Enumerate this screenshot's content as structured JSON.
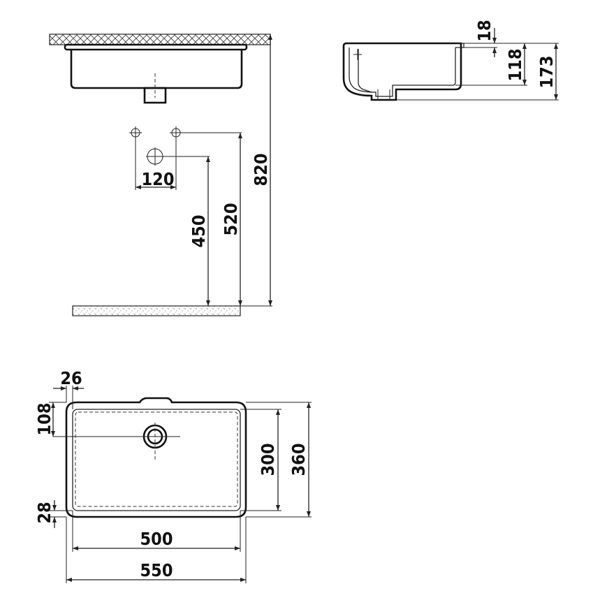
{
  "dimensions": {
    "front_view": {
      "tap_spacing": "120",
      "drain_height": "450",
      "tap_height": "520",
      "counter_height": "820"
    },
    "side_view": {
      "rim": "18",
      "inner_depth": "118",
      "total_depth": "173"
    },
    "top_view": {
      "edge_offset": "26",
      "drain_offset": "108",
      "bottom_offset": "28",
      "inner_width": "300",
      "outer_width": "360",
      "inner_length": "500",
      "outer_length": "550"
    }
  }
}
